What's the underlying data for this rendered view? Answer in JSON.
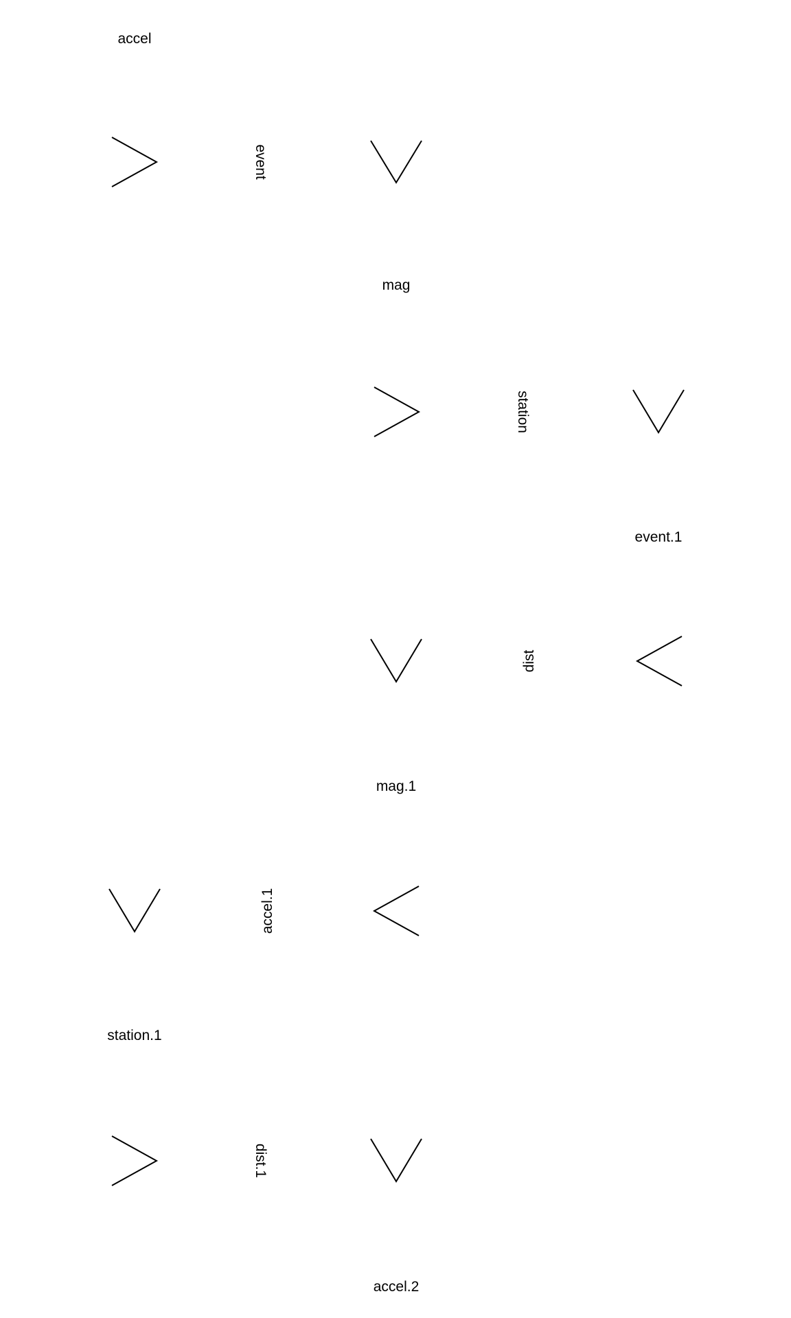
{
  "diagram": {
    "labels": {
      "accel": "accel",
      "event": "event",
      "mag": "mag",
      "station": "station",
      "event_1": "event.1",
      "dist": "dist",
      "mag_1": "mag.1",
      "accel_1": "accel.1",
      "station_1": "station.1",
      "dist_1": "dist.1",
      "accel_2": "accel.2"
    },
    "arrows": [
      {
        "id": "arrow-1",
        "direction": "right"
      },
      {
        "id": "arrow-2",
        "direction": "down"
      },
      {
        "id": "arrow-3",
        "direction": "right"
      },
      {
        "id": "arrow-4",
        "direction": "down"
      },
      {
        "id": "arrow-5",
        "direction": "down"
      },
      {
        "id": "arrow-6",
        "direction": "left"
      },
      {
        "id": "arrow-7",
        "direction": "down"
      },
      {
        "id": "arrow-8",
        "direction": "left"
      },
      {
        "id": "arrow-9",
        "direction": "right"
      },
      {
        "id": "arrow-10",
        "direction": "down"
      }
    ],
    "colors": {
      "stroke": "#000000",
      "text": "#000000",
      "background": "#ffffff"
    }
  }
}
